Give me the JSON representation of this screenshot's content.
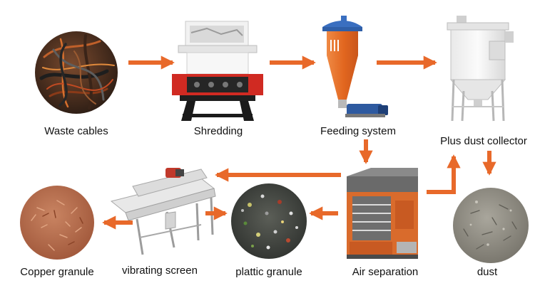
{
  "colors": {
    "arrow": "#e8692a",
    "machine_white": "#f1f1f1",
    "machine_red": "#d02a22",
    "machine_orange": "#e66e2a",
    "copper": "#b5633e",
    "dust": "#8f8c82"
  },
  "nodes": [
    {
      "id": "waste-cables",
      "label": "Waste cables"
    },
    {
      "id": "shredding",
      "label": "Shredding"
    },
    {
      "id": "feeding-system",
      "label": "Feeding system"
    },
    {
      "id": "plus-dust-collector",
      "label": "Plus dust collector"
    },
    {
      "id": "dust",
      "label": "dust"
    },
    {
      "id": "air-separation",
      "label": "Air separation"
    },
    {
      "id": "plastic-granule",
      "label": "plattic granule"
    },
    {
      "id": "vibrating-screen",
      "label": "vibrating screen"
    },
    {
      "id": "copper-granule",
      "label": "Copper granule"
    }
  ],
  "edges": [
    {
      "from": "waste-cables",
      "to": "shredding"
    },
    {
      "from": "shredding",
      "to": "feeding-system"
    },
    {
      "from": "feeding-system",
      "to": "plus-dust-collector"
    },
    {
      "from": "feeding-system",
      "to": "air-separation"
    },
    {
      "from": "air-separation",
      "to": "plus-dust-collector"
    },
    {
      "from": "plus-dust-collector",
      "to": "dust"
    },
    {
      "from": "air-separation",
      "to": "plastic-granule"
    },
    {
      "from": "air-separation",
      "to": "vibrating-screen"
    },
    {
      "from": "vibrating-screen",
      "to": "plastic-granule"
    },
    {
      "from": "vibrating-screen",
      "to": "copper-granule"
    }
  ]
}
